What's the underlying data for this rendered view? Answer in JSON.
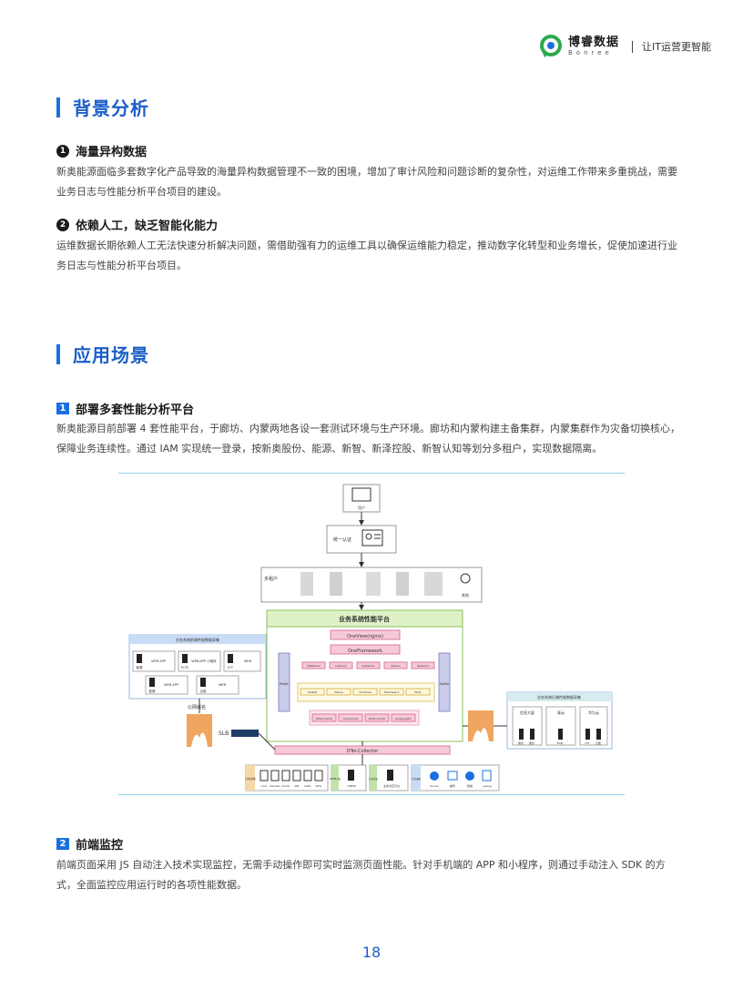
{
  "header": {
    "brand_cn": "博睿数据",
    "brand_en": "Bonree",
    "slogan": "让IT运营更智能"
  },
  "section1": {
    "title": "背景分析",
    "items": [
      {
        "num": "1",
        "title": "海量异构数据",
        "text": "新奥能源面临多套数字化产品导致的海量异构数据管理不一致的困境，增加了审计风险和问题诊断的复杂性，对运维工作带来多重挑战，需要业务日志与性能分析平台项目的建设。"
      },
      {
        "num": "2",
        "title": "依赖人工，缺乏智能化能力",
        "text": "运维数据长期依赖人工无法快速分析解决问题，需借助强有力的运维工具以确保运维能力稳定，推动数字化转型和业务增长，促使加速进行业务日志与性能分析平台项目。"
      }
    ]
  },
  "section2": {
    "title": "应用场景",
    "items": [
      {
        "num": "1",
        "title": "部署多套性能分析平台",
        "text": "新奥能源目前部署 4 套性能平台，于廊坊、内蒙两地各设一套测试环境与生产环境。廊坊和内蒙构建主备集群，内蒙集群作为灾备切换核心，保障业务连续性。通过 IAM 实现统一登录，按新奥股份、能源、新智、新泽控股、新智认知等划分多租户，实现数据隔离。"
      },
      {
        "num": "2",
        "title": "前端监控",
        "text": "前端页面采用 JS 自动注入技术实现监控，无需手动操作即可实时监测页面性能。针对手机端的 APP 和小程序，则通过手动注入 SDK 的方式，全面监控应用运行时的各项性能数据。"
      }
    ]
  },
  "diagram": {
    "user_label": "用户",
    "auth_label": "统一认证",
    "tenant_label": "多租户",
    "other_label": "其他",
    "platform_title": "业务系统性能平台",
    "oneview": "OneView(nginx)",
    "oneframework": "OneFramework",
    "left_bar": "Redis",
    "right_bar": "Kafka",
    "chip_row1": [
      "OSSRServer",
      "LogServer",
      "DataServer",
      "AIServer",
      "AppServer"
    ],
    "chip_row2": [
      "MetaDB",
      "SiteLog",
      "ClickHouse",
      "ElasticSearch",
      "MinIO"
    ],
    "chip_row3": [
      "DataConsumer",
      "LogConsumer",
      "AlertConsumer",
      "ApiAggregator"
    ],
    "otel": "OTel-Collector",
    "left_panel_title": "业务系统前端性能数据采集",
    "left_panel_row1": [
      "客管",
      "WEB APP",
      "ECEJ",
      "WEB/APP 小程序",
      "IOT",
      "WEB"
    ],
    "left_panel_row2": [
      "能管",
      "WEB APP",
      "泛能",
      "WEB"
    ],
    "public_domain": "公网域名",
    "slb": "SLB",
    "right_panel_title": "业务系统后端性能数据采集",
    "right_panel_groups": [
      "信息大厦",
      "青云",
      "华为云"
    ],
    "right_panel_captions": [
      "客管",
      "能管",
      "ECEJ",
      "IOT",
      "泛能"
    ],
    "bottom_left_label": "日志采集",
    "bottom_sources": [
      "Linux",
      "Windows",
      "Docker",
      "K8S",
      "Kafka",
      "Other"
    ],
    "bottom_mid1": "CMDB",
    "bottom_mid1_label": "CMDB对接",
    "bottom_mid2": "业务对应平台",
    "bottom_mid2_label": "业务对接",
    "bottom_right_label": "告警通知",
    "bottom_right_items": [
      "iCome",
      "邮件",
      "短信",
      "syslog"
    ]
  },
  "page_number": "18"
}
